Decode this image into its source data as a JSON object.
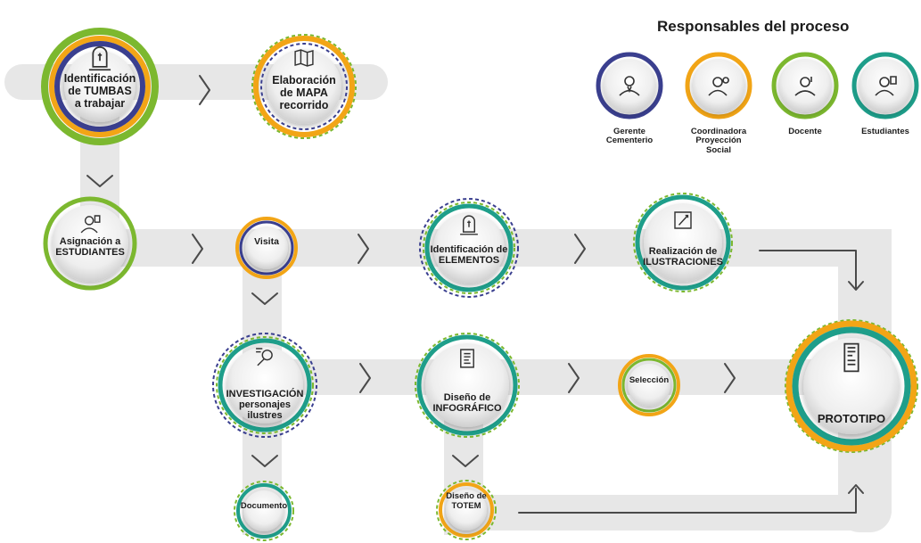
{
  "colors": {
    "navy": "#3a3f8f",
    "orange": "#f2a516",
    "green": "#7cb82f",
    "teal": "#1e9e8a",
    "track": "#e7e7e7",
    "arrow": "#4a4a4a"
  },
  "legend": {
    "title": "Responsables del proceso",
    "items": [
      {
        "key": "gerente",
        "label": "Gerente\nCementerio",
        "color": "navy",
        "icon": "manager-icon"
      },
      {
        "key": "coordinadora",
        "label": "Coordinadora\nProyección\nSocial",
        "color": "orange",
        "icon": "coordinator-icon"
      },
      {
        "key": "docente",
        "label": "Docente",
        "color": "green",
        "icon": "teacher-icon"
      },
      {
        "key": "estudiantes",
        "label": "Estudiantes",
        "color": "teal",
        "icon": "student-icon"
      }
    ]
  },
  "nodes": [
    {
      "key": "identificacion_tumbas",
      "label": "Identificación\nde TUMBAS\na trabajar",
      "icon": "tombstone-icon"
    },
    {
      "key": "elaboracion_mapa",
      "label": "Elaboración\nde MAPA\nrecorrido",
      "icon": "map-icon"
    },
    {
      "key": "asignacion",
      "label": "Asignación a\nESTUDIANTES",
      "icon": "student-icon"
    },
    {
      "key": "visita",
      "label": "Visita",
      "icon": ""
    },
    {
      "key": "identificacion_elementos",
      "label": "Identificación de\nELEMENTOS",
      "icon": "tombstone-icon"
    },
    {
      "key": "ilustraciones",
      "label": "Realización de\nILUSTRACIONES",
      "icon": "drawing-icon"
    },
    {
      "key": "investigacion",
      "label": "INVESTIGACIÓN\npersonajes\nilustres",
      "icon": "research-icon"
    },
    {
      "key": "infografico",
      "label": "Diseño de\nINFOGRÁFICO",
      "icon": "infographic-icon"
    },
    {
      "key": "seleccion",
      "label": "Selección",
      "icon": ""
    },
    {
      "key": "prototipo",
      "label": "PROTOTIPO",
      "icon": "totem-icon"
    },
    {
      "key": "documento",
      "label": "Documento",
      "icon": ""
    },
    {
      "key": "totem",
      "label": "Diseño de\nTOTEM",
      "icon": ""
    }
  ]
}
